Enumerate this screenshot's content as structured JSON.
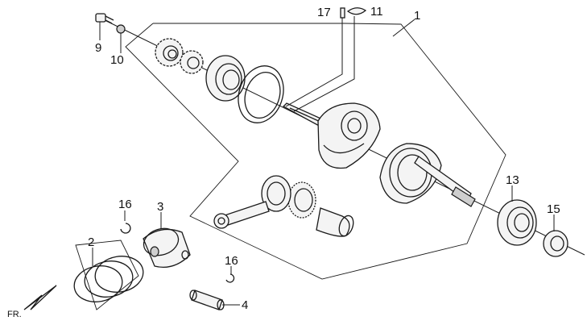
{
  "callouts": {
    "c1": "1",
    "c2": "2",
    "c3": "3",
    "c4": "4",
    "c9": "9",
    "c10": "10",
    "c11": "11",
    "c13": "13",
    "c15": "15",
    "c16a": "16",
    "c16b": "16",
    "c17": "17"
  },
  "direction_label": "FR."
}
